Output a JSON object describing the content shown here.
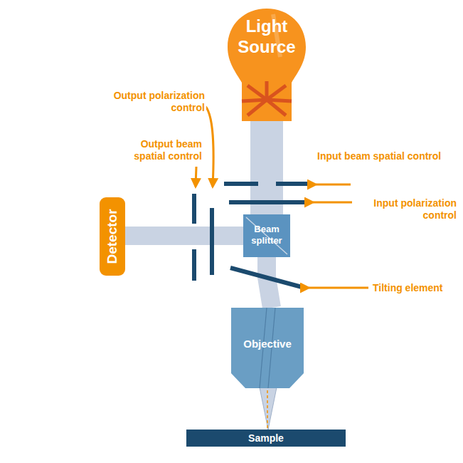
{
  "diagram": {
    "nodes": [
      {
        "text": [
          "Light Source"
        ]
      },
      {
        "text": [
          "Detector"
        ]
      },
      {
        "text": [
          "Beam splitter"
        ]
      },
      {
        "text": [
          "Objective"
        ]
      },
      {
        "text": [
          "Sample"
        ]
      }
    ],
    "edges": [
      {
        "from": 0,
        "to": 2,
        "arrow": "none"
      },
      {
        "from": 2,
        "to": 1,
        "arrow": "none"
      },
      {
        "from": 2,
        "to": 3,
        "arrow": "none"
      },
      {
        "from": 3,
        "to": 4,
        "arrow": "none"
      }
    ],
    "labels": [
      "Output polarization control",
      "Output beam spatial control",
      "Input beam spatial control",
      "Input polarization control",
      "Tilting element"
    ]
  }
}
